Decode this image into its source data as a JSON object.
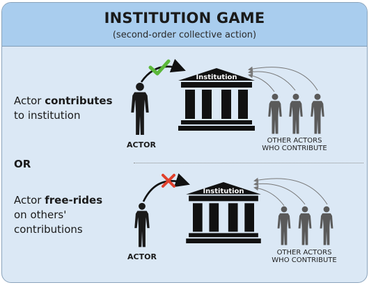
{
  "header": {
    "title": "INSTITUTION GAME",
    "subtitle": "(second-order collective action)"
  },
  "top": {
    "label_pre": "Actor ",
    "label_bold": "contributes",
    "label_post": "to institution",
    "institution": "Institution",
    "actor": "ACTOR",
    "others_line1": "OTHER ACTORS",
    "others_line2": "WHO CONTRIBUTE",
    "mark": "check"
  },
  "divider_label": "OR",
  "bottom": {
    "label_pre": "Actor ",
    "label_bold": "free-rides",
    "label_line2": "on others'",
    "label_line3": "contributions",
    "institution": "Institution",
    "actor": "ACTOR",
    "others_line1": "OTHER ACTORS",
    "others_line2": "WHO CONTRIBUTE",
    "mark": "cross"
  },
  "colors": {
    "header_bg": "#a9cdee",
    "panel_bg": "#dbe8f5",
    "actor": "#1a1a1a",
    "others": "#5a5a5a",
    "check": "#5bb83a",
    "cross": "#e0402c"
  }
}
